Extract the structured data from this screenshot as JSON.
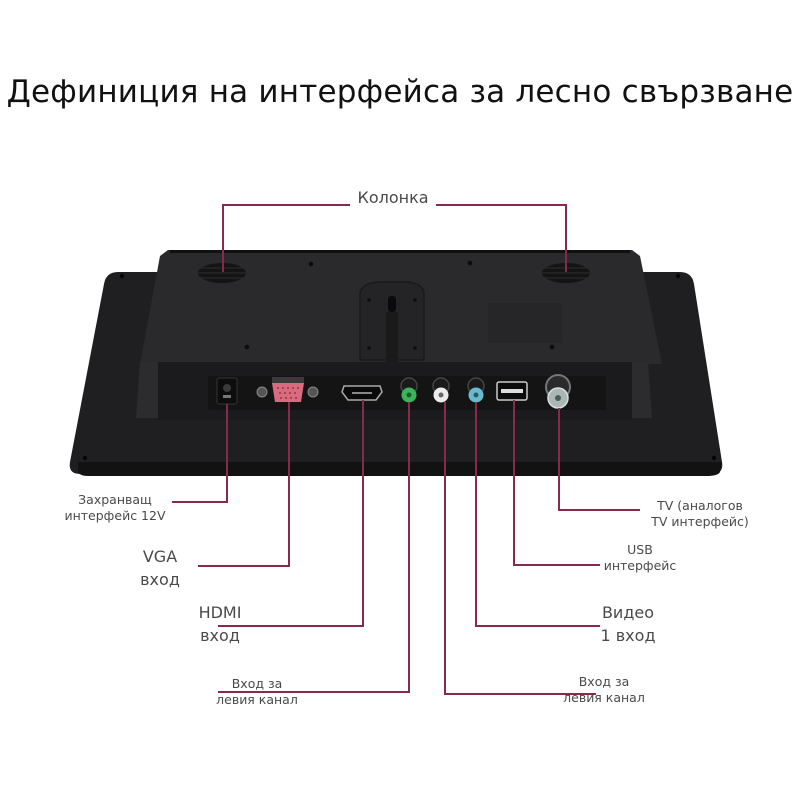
{
  "title": "Дефиниция на интерфейса за лесно свързване",
  "colors": {
    "leader_line": "#8a2a4a",
    "device_body": "#1e1e20",
    "device_panel": "#2b2b2d",
    "text": "#4a4a4a"
  },
  "labels": {
    "speaker": "Колонка",
    "power": {
      "line1": "Захранващ",
      "line2": "интерфейс 12V"
    },
    "vga": {
      "line1": "VGA",
      "line2": "вход"
    },
    "hdmi": {
      "line1": "HDMI",
      "line2": "вход"
    },
    "audio_left_a": {
      "line1": "Вход за",
      "line2": "левия канал"
    },
    "tv": {
      "line1": "TV (аналогов",
      "line2": "TV интерфейс)"
    },
    "usb": {
      "line1": "USB",
      "line2": "интерфейс"
    },
    "video": {
      "line1": "Видео",
      "line2": "1 вход"
    },
    "audio_left_b": {
      "line1": "Вход за",
      "line2": "левия канал"
    }
  },
  "ports": [
    {
      "id": "dc-power",
      "type": "dc-jack"
    },
    {
      "id": "vga",
      "type": "vga"
    },
    {
      "id": "hdmi",
      "type": "hdmi"
    },
    {
      "id": "rca-green",
      "type": "rca",
      "color": "#3fb35a"
    },
    {
      "id": "rca-white",
      "type": "rca",
      "color": "#e8e8e8"
    },
    {
      "id": "rca-blue",
      "type": "rca",
      "color": "#5fb3c9"
    },
    {
      "id": "usb",
      "type": "usb-a"
    },
    {
      "id": "tv-antenna",
      "type": "coax"
    }
  ]
}
